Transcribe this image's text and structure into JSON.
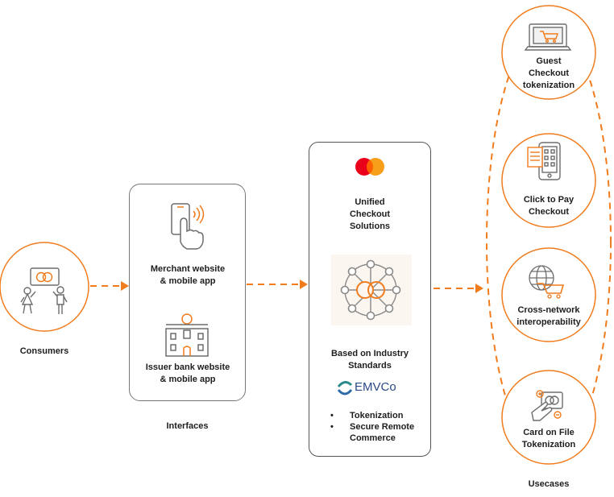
{
  "consumers": {
    "label": "Consumers"
  },
  "interfaces": {
    "section_label": "Interfaces",
    "merchant_lines": [
      "Merchant website",
      "& mobile app"
    ],
    "issuer_lines": [
      "Issuer bank website",
      "& mobile app"
    ]
  },
  "solutions": {
    "title_lines": [
      "Unified",
      "Checkout",
      "Solutions"
    ],
    "standards_lines": [
      "Based on Industry",
      "Standards"
    ],
    "emvco_logo_text": "EMVCo",
    "bullet_glyph": "•",
    "bullets": [
      "Tokenization",
      "Secure Remote",
      "Commerce"
    ]
  },
  "usecases": {
    "section_label": "Usecases",
    "items": [
      {
        "icon": "laptop-cart-icon",
        "lines": [
          "Guest",
          "Checkout",
          "tokenization"
        ]
      },
      {
        "icon": "phone-list-icon",
        "lines": [
          "Click to Pay",
          "Checkout"
        ]
      },
      {
        "icon": "globe-cart-icon",
        "lines": [
          "Cross-network",
          "interoperability"
        ]
      },
      {
        "icon": "hand-card-icon",
        "lines": [
          "Card on File",
          "Tokenization"
        ]
      }
    ]
  },
  "colors": {
    "accent": "#f07c1e",
    "mastercard_red": "#eb001b",
    "mastercard_yellow": "#f79e1b",
    "outline": "#555555",
    "icon_gray": "#6d6d6d"
  }
}
